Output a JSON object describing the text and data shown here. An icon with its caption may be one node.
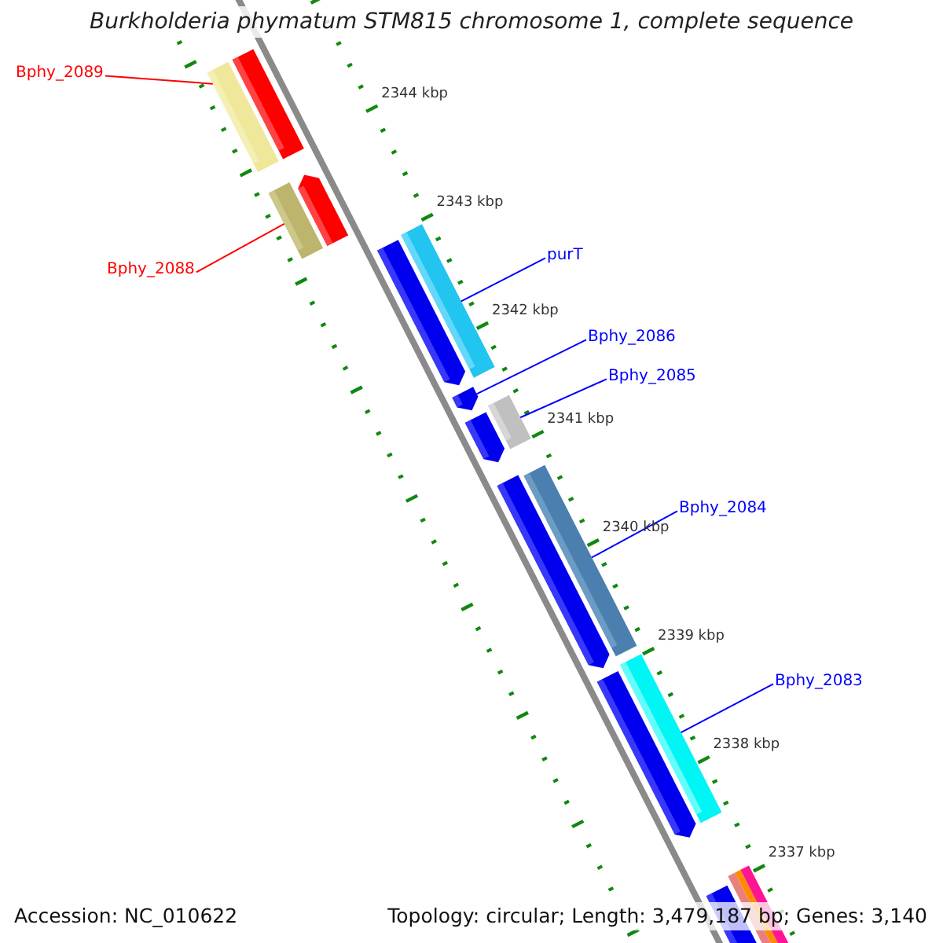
{
  "diagram": {
    "title": "Burkholderia phymatum STM815 chromosome 1, complete sequence",
    "nodes": [
      {
        "text": [
          "Bphy_2089"
        ]
      },
      {
        "text": [],
        "shape": "bar"
      },
      {
        "text": [
          "Bphy_2088"
        ]
      },
      {
        "text": [],
        "shape": "bar"
      },
      {
        "text": [
          "purT"
        ]
      },
      {
        "text": [],
        "shape": "bar"
      },
      {
        "text": [
          "Bphy_2086"
        ]
      },
      {
        "text": [],
        "shape": "bar"
      },
      {
        "text": [
          "Bphy_2085"
        ]
      },
      {
        "text": [],
        "shape": "bar"
      },
      {
        "text": [
          "Bphy_2084"
        ]
      },
      {
        "text": [],
        "shape": "bar"
      },
      {
        "text": [
          "Bphy_2083"
        ]
      },
      {
        "text": [],
        "shape": "bar"
      }
    ],
    "edges": [
      {
        "from": 0,
        "to": 1,
        "arrow": "none",
        "color": "#ff0000"
      },
      {
        "from": 2,
        "to": 3,
        "arrow": "none",
        "color": "#ff0000"
      },
      {
        "from": 4,
        "to": 5,
        "arrow": "none"
      },
      {
        "from": 6,
        "to": 7,
        "arrow": "none"
      },
      {
        "from": 8,
        "to": 9,
        "arrow": "none"
      },
      {
        "from": 10,
        "to": 11,
        "arrow": "none"
      },
      {
        "from": 12,
        "to": 13,
        "arrow": "none"
      }
    ],
    "labels": [
      "2344 kbp",
      "2343 kbp",
      "2342 kbp",
      "2341 kbp",
      "2340 kbp",
      "2339 kbp",
      "2338 kbp",
      "2337 kbp",
      "Accession: NC_010622",
      "Topology: circular; Length: 3,479,187 bp; Genes: 3,140"
    ]
  }
}
